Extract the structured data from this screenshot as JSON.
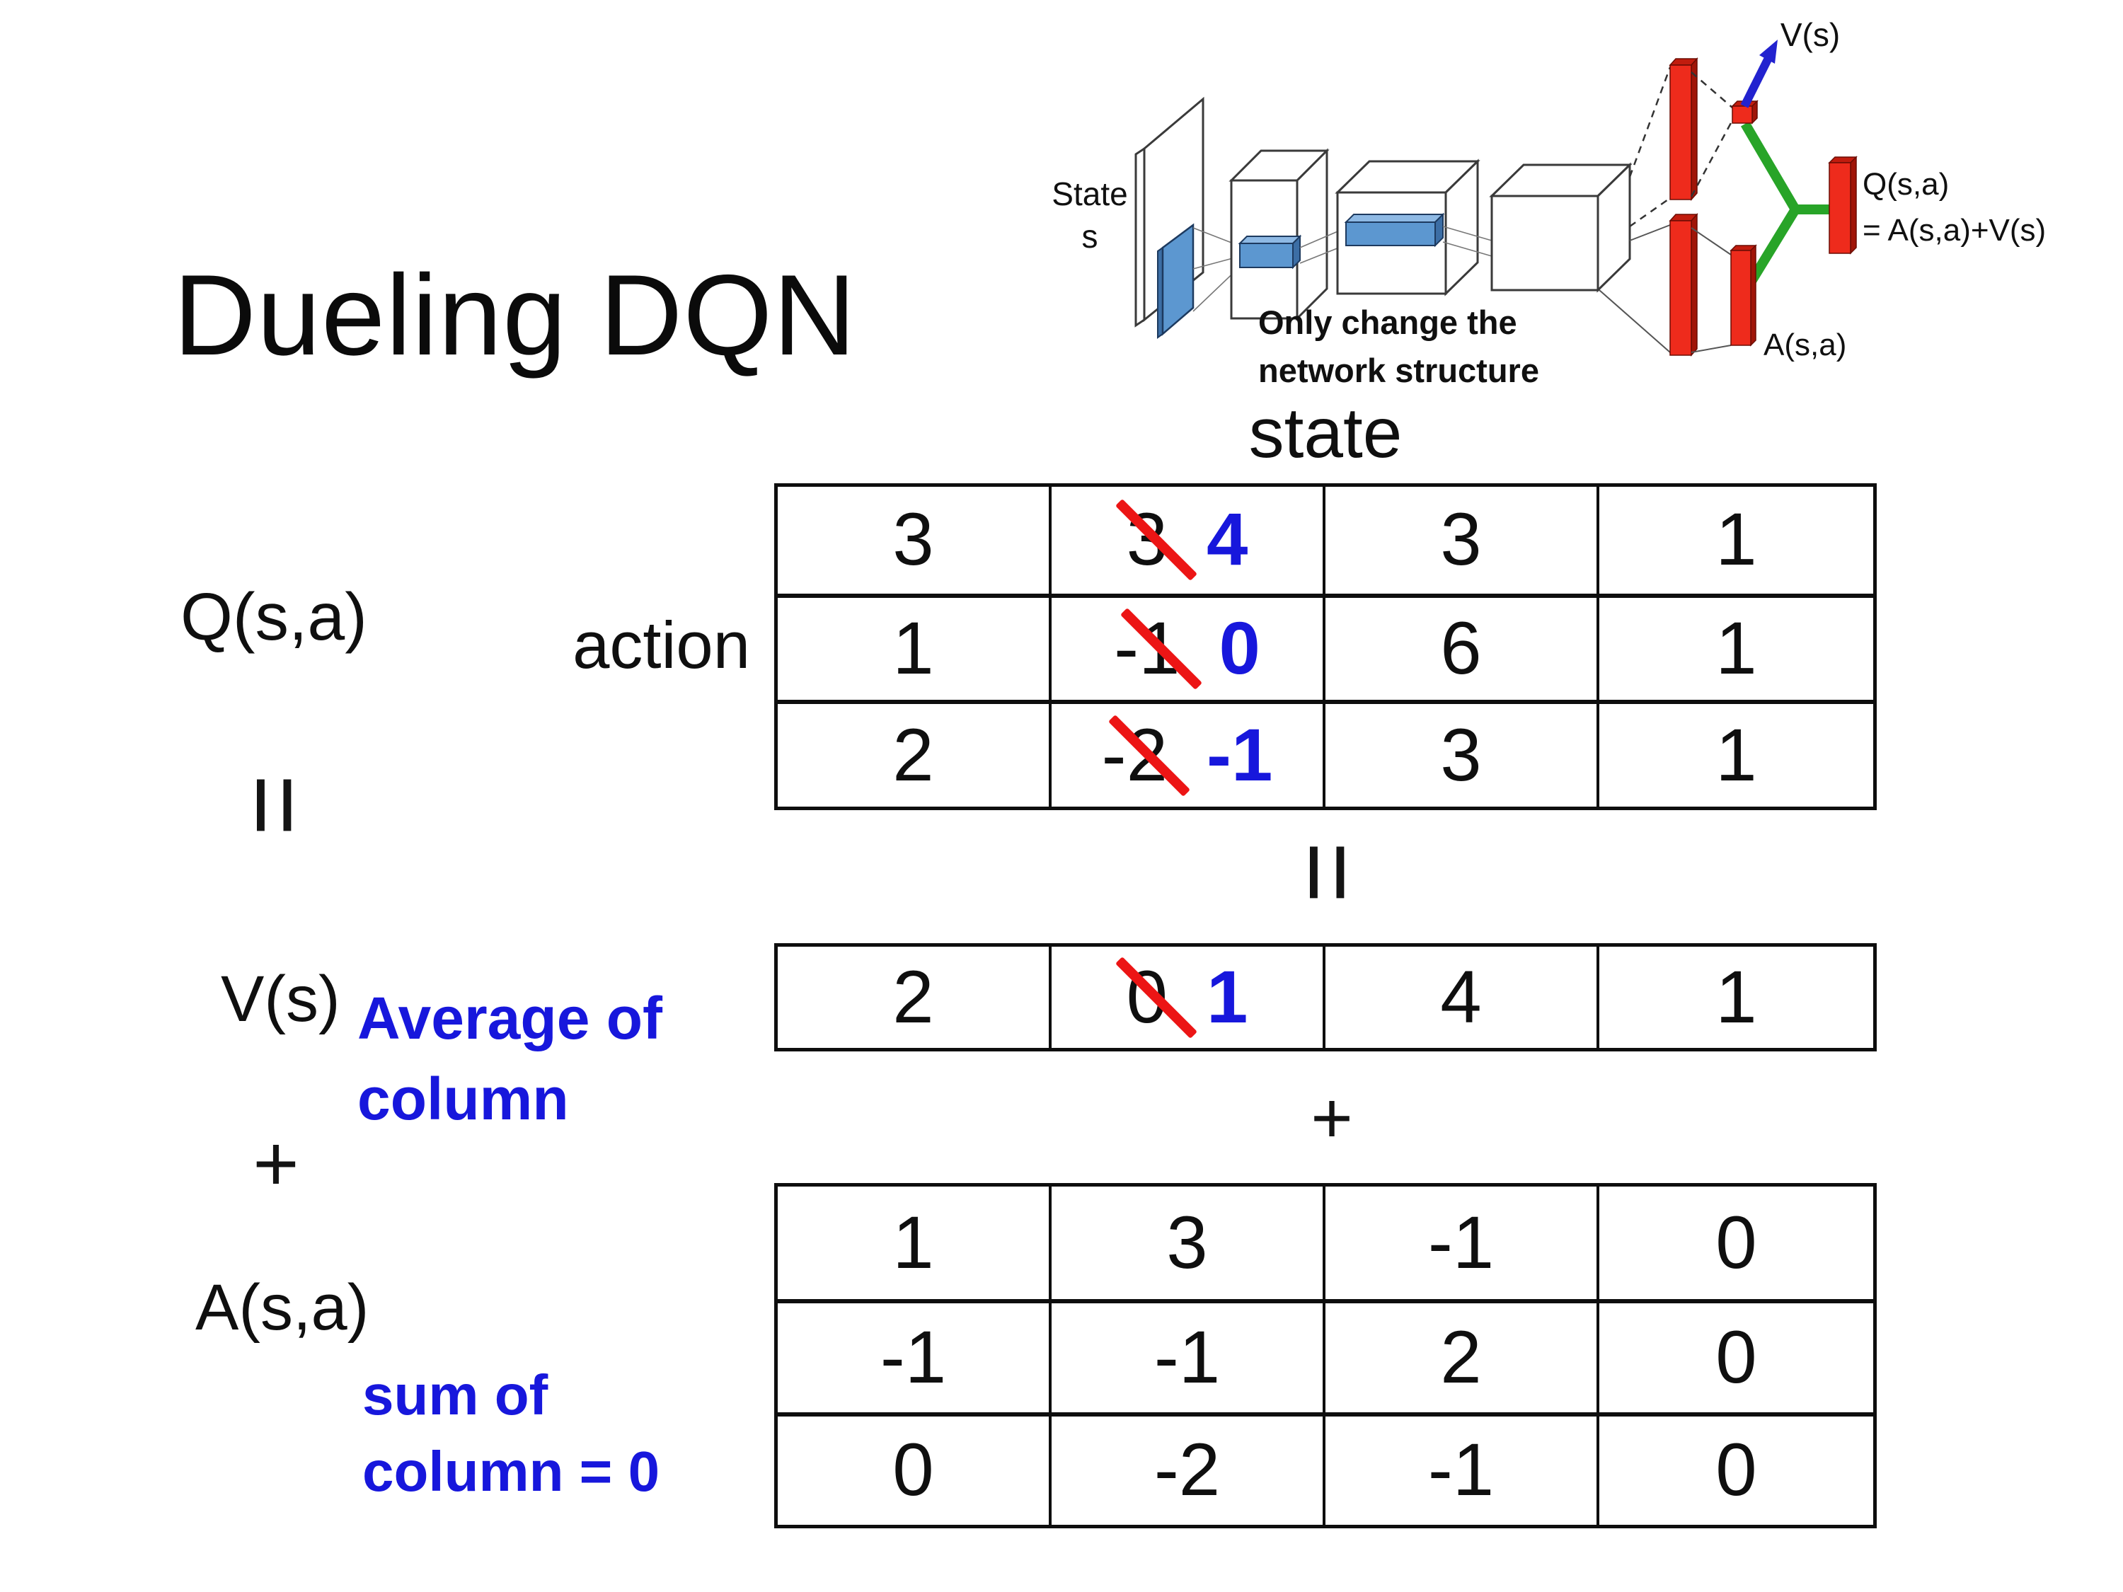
{
  "title": "Dueling DQN",
  "colors": {
    "blue_text": "#1717DC",
    "strike_red": "#EC1515",
    "bar_red": "#EE2B1C",
    "merge_green": "#28A428",
    "slab_blue": "#5C97D0",
    "arrow_blue": "#2222CF"
  },
  "diagram": {
    "state_line1": "State",
    "state_line2": "s",
    "note_line1": "Only change the",
    "note_line2": "network structure",
    "v_label": "V(s)",
    "q_label": "Q(s,a)",
    "q_formula": "= A(s,a)+V(s)",
    "a_label": "A(s,a)"
  },
  "equation": {
    "state_label": "state",
    "action_label": "action",
    "q_label": "Q(s,a)",
    "v_label": "V(s)",
    "a_label": "A(s,a)",
    "equals": "=",
    "plus": "+",
    "avg_note": "Average of\ncolumn",
    "sum_note": "sum of\ncolumn = 0"
  },
  "q_table": {
    "rows": [
      [
        "3",
        {
          "old": "3",
          "new": "4"
        },
        "3",
        "1"
      ],
      [
        "1",
        {
          "old": "-1",
          "new": "0"
        },
        "6",
        "1"
      ],
      [
        "2",
        {
          "old": "-2",
          "new": "-1"
        },
        "3",
        "1"
      ]
    ]
  },
  "v_table": {
    "rows": [
      [
        "2",
        {
          "old": "0",
          "new": "1"
        },
        "4",
        "1"
      ]
    ]
  },
  "a_table": {
    "rows": [
      [
        "1",
        "3",
        "-1",
        "0"
      ],
      [
        "-1",
        "-1",
        "2",
        "0"
      ],
      [
        "0",
        "-2",
        "-1",
        "0"
      ]
    ]
  }
}
